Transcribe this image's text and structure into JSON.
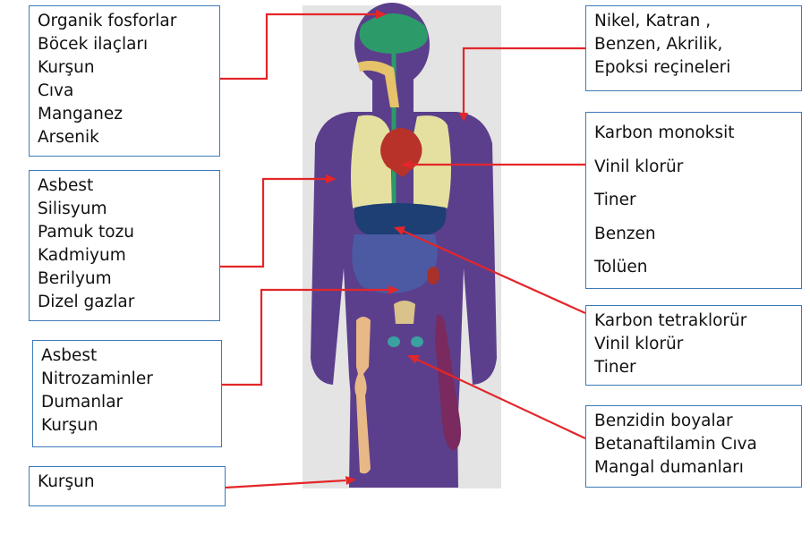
{
  "colors": {
    "box_border": "#3e79b8",
    "arrow": "#e3262a",
    "body": "#5b3f8c",
    "backdrop": "#e4e4e4",
    "lungs": "#e6e0a0",
    "liver": "#1d3f73",
    "intestines": "#4b5aa3",
    "bone": "#e9b887",
    "muscle": "#7a2a5e",
    "heart": "#b8322a",
    "brain": "#2d9a6a"
  },
  "boxes": {
    "brain": [
      "Organik fosforlar",
      "Böcek ilaçları",
      "Kurşun",
      "Cıva",
      "Manganez",
      "Arsenik"
    ],
    "lungs": [
      "Asbest",
      "Silisyum",
      "Pamuk tozu",
      "Kadmiyum",
      "Berilyum",
      "Dizel gazlar"
    ],
    "bladder": [
      "Asbest",
      "Nitrozaminler",
      "Dumanlar",
      "Kurşun"
    ],
    "bone": [
      "Kurşun"
    ],
    "skin": [
      "Nikel, Katran ,",
      "Benzen, Akrilik,",
      "Epoksi reçineleri"
    ],
    "heart": [
      "Karbon monoksit",
      "Vinil klorür",
      "Tiner",
      "Benzen",
      "Tolüen"
    ],
    "liver": [
      "Karbon tetraklorür",
      "Vinil klorür",
      "Tiner"
    ],
    "muscle": [
      "Benzidin boyalar",
      "Betanaftilamin Cıva",
      "Mangal dumanları"
    ]
  }
}
